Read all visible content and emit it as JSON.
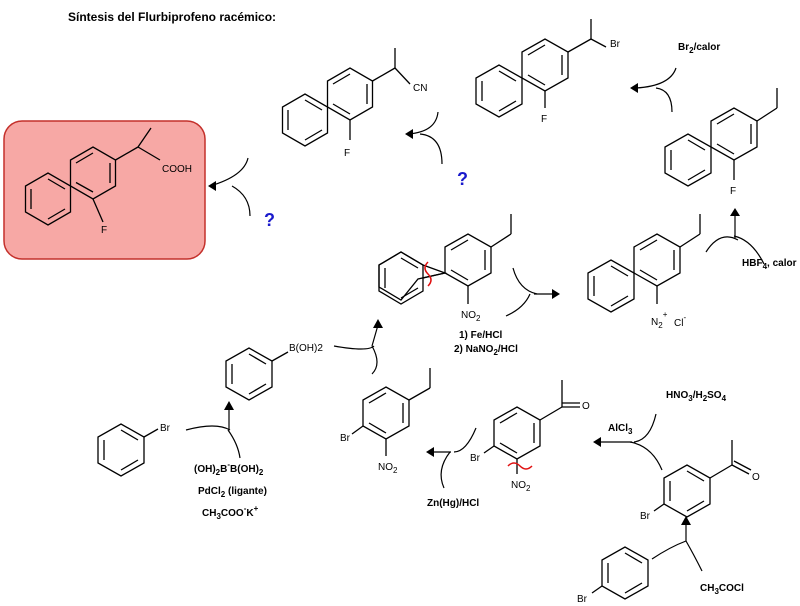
{
  "title": "Síntesis del Flurbiprofeno racémico:",
  "question_mark": "?",
  "labels": {
    "cn": "CN",
    "br": "Br",
    "f": "F",
    "cooh": "COOH",
    "boronic": "B(OH)2",
    "no2_n": "NO",
    "no2_sub": "2",
    "diazonium_n": "N",
    "diazonium_sub": "2",
    "diazonium_plus": "+",
    "chloride": "Cl",
    "chloride_minus": "-",
    "ketone_o": "O"
  },
  "reagents": {
    "br2_main": "Br",
    "br2_sub": "2",
    "br2_tail": "/calor",
    "hbf4_main": "HBF",
    "hbf4_sub": "4",
    "hbf4_tail": ", calor",
    "fe_hcl": "1) Fe/HCl",
    "nano2_pre": "2) NaNO",
    "nano2_sub": "2",
    "nano2_tail": "/HCl",
    "hno3_a": "HNO",
    "hno3_s1": "3",
    "hno3_b": "/H",
    "hno3_s2": "2",
    "hno3_c": "SO",
    "hno3_s3": "4",
    "alcl3_main": "AlCl",
    "alcl3_sub": "3",
    "zn_hg": "Zn(Hg)/HCl",
    "diboron_a": "(OH)",
    "diboron_s1": "2",
    "diboron_b": "B",
    "diboron_c": "B(OH)",
    "diboron_s2": "2",
    "diboron_sup": "-",
    "pdcl2": "PdCl",
    "pdcl2_sub": "2",
    "pdcl2_tail": " (ligante)",
    "acetate_a": "CH",
    "acetate_s1": "3",
    "acetate_b": "COO",
    "acetate_sup1": "-",
    "acetate_c": "K",
    "acetate_sup2": "+",
    "acetyl_a": "CH",
    "acetyl_s1": "3",
    "acetyl_b": "COCl"
  },
  "colors": {
    "highlight_fill": "#f7a8a5",
    "highlight_stroke": "#c4302b",
    "question_color": "#1a1acc",
    "cut_mark": "#e01010"
  }
}
